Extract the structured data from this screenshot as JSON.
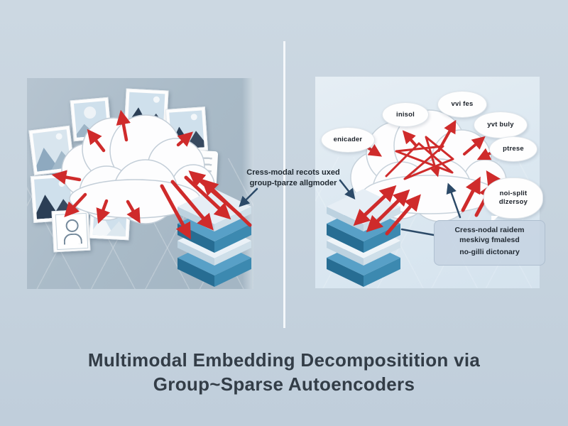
{
  "title": {
    "line1": "Multimodal Embedding Decompositition via",
    "line2": "Group~Sparse Autoencoders"
  },
  "center_label": {
    "text": "Cress-modal recots uxed\ngroup-tparze allgmoder"
  },
  "right_panel": {
    "bubbles": [
      {
        "label": "enicader"
      },
      {
        "label": "inisol"
      },
      {
        "label": "vvi fes"
      },
      {
        "label": "yvt buly"
      },
      {
        "label": "ptrese"
      },
      {
        "label": "noi-split\ndlzersoy"
      }
    ],
    "box": {
      "top": "Cress-nodal raidem\nmeskivg fmalesd",
      "bottom": "no-gilli dictonary"
    }
  },
  "icons": {
    "cloud-icon": "css-cloud of overlapping circles",
    "photo-thumbnail-icon": "framed photo with mountains and sun",
    "person-photo-icon": "framed portrait silhouette",
    "note-icon": "white note card with text lines",
    "layer-stack-icon": "isometric stack of alternating light and blue slabs",
    "red-arrow-icon": "thick red arrow",
    "navy-arrow-icon": "thin dark navy arrow",
    "network-scribble-icon": "red zigzag network lines inside cloud"
  },
  "colors": {
    "background": "#c6d3de",
    "left_panel": "#aabbc8",
    "right_panel": "#dce8f1",
    "arrow_red": "#cf2b2b",
    "arrow_navy": "#2c4a68",
    "stack_blue_top": "#58a0c7",
    "stack_light_top": "#e6eef5",
    "title_text": "#333d47"
  }
}
